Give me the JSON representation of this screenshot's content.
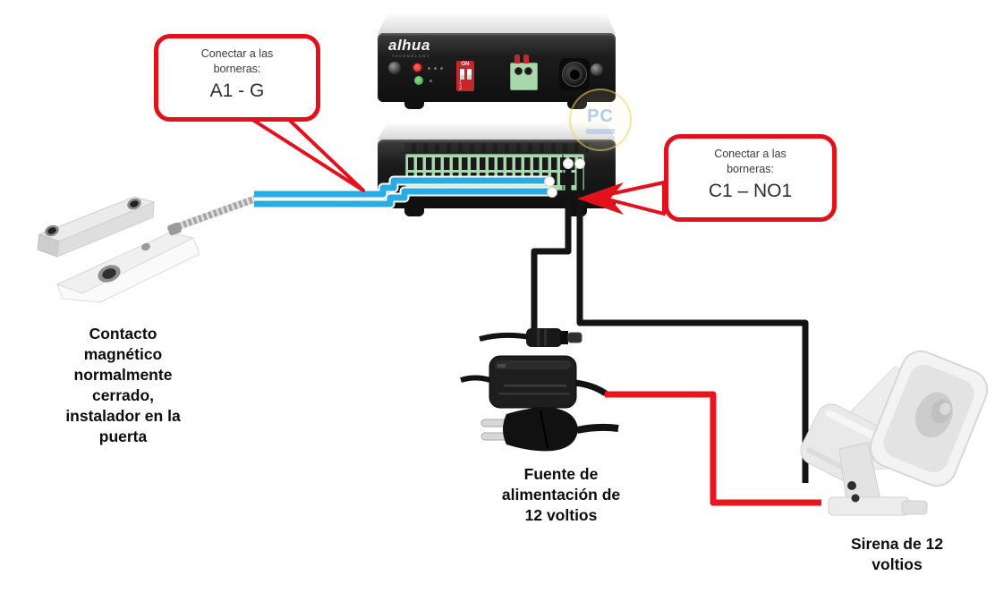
{
  "callouts": {
    "left": {
      "line1": "Conectar a las",
      "line2": "borneras:",
      "value": "A1 - G"
    },
    "right": {
      "line1": "Conectar a las",
      "line2": "borneras:",
      "value": "C1 – NO1"
    }
  },
  "labels": {
    "contact": [
      "Contacto",
      "magnético",
      "normalmente",
      "cerrado,",
      "instalador en la",
      "puerta"
    ],
    "psu": [
      "Fuente de",
      "alimentación de",
      "12 voltios"
    ],
    "siren": [
      "Sirena de 12",
      "voltios"
    ]
  },
  "alarm_module": {
    "brand": "alhua",
    "brand_sub": "TECHNOLOGY",
    "dip_label": "ON",
    "dip_numbers": "1 2"
  },
  "watermark": {
    "text": "PC"
  },
  "colors": {
    "wire_blue": "#2aace3",
    "wire_black": "#141414",
    "wire_red": "#e8151b",
    "callout_red": "#e3111b",
    "terminal_green": "#a8d8ab",
    "dip_red": "#c4262c"
  }
}
